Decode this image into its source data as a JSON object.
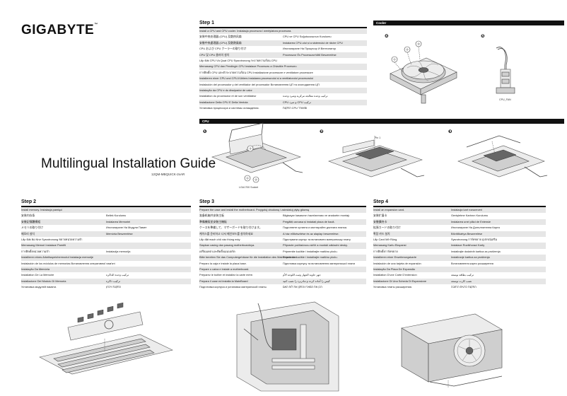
{
  "brand": "GIGABYTE",
  "brand_mark": "™",
  "title": "Multilingual Installation Guide",
  "model": "12QM-MBQUICK-2xAR",
  "step1": {
    "title": "Step 1",
    "rows_left": [
      "Install a CPU and CPU cooler.  Instalacja procesora i wentylatora procesora.",
      "安装中央处理器    (CPU) 及散热风扇",
      "安裝中央處理器    (CPU) 及散熱風扇",
      "CPU および CPU クーラーの取り付け",
      "CPU 및 CPU 쿨러의 설치",
      "Lắp Đặt CPU Và Quạt CPU Sysrotronong ระบายความร้อน CPU",
      "Memasang CPU dan Pendingin CPU Instalace Procesoru a Chladiče Procesoru",
      "การติดตั้ง CPU และตัวระบายความร้อน CPU Installazione processore e ventilatore processore",
      "Installeren einer CPU und CPU-Kühlers Instalarea procesorului si a ventilatorului procesorului",
      "Instalación del procesador y del ventilador del procesador Встановлення ЦП та охолодження ЦП",
      "Instalação da CPU e do dissipador de calor",
      "Installation du processeur et de son ventilateur",
      "Installazione Della CPU E Della Ventola",
      "Установка процессора и системы охлаждения."
    ],
    "rows_right": [
      "",
      "CPU ve CPU Soğutucusunun Kurulumu",
      "Instalarea CPU-ului și a sistemului de răcire CPU",
      "Инсталиране На Процесор И Вентилатор",
      "Processzor És Processzorhűtő Beszerelése",
      "",
      "",
      "",
      "",
      "",
      "",
      "تركيب وحدة معالجة مركزية ومبرد وحدة",
      "CPU و مبرد CPU تركيب",
      "התקנת CPU ומאוורר"
    ]
  },
  "cooler_tag": "Cooler",
  "cpu_tag": "CPU",
  "socket_label": "LGA1700 Socket",
  "pin1_label": "Pin 1",
  "cpu_fan_label": "CPU_FAN",
  "fig_numbers": {
    "n1": "❶",
    "n2": "❷",
    "n3": "❸",
    "n4": "❹",
    "n5": "❺"
  },
  "callouts": {
    "c1": "①",
    "c2": "②",
    "c3": "③"
  },
  "step2": {
    "title": "Step 2",
    "rows_left": [
      "Install memory.  Instalacja pamięci",
      "安装内存条",
      "安裝記憶體模組",
      "メモリの取り付け",
      "메모리 설치",
      "Lắp Đặt Bộ Nhớ Sysrotronong ขยายหน่วยความจำ",
      "Memasang Memori Instalace Paměti",
      "การติดตั้งหน่วยความจำ",
      "Installieren eines Arbeitsspeichermodul Instalacja memorije",
      "Instalación de los módulos de memorias Встановлення оперативної пам'яті",
      "Instalação Da Memória",
      "Installation De La Mémoire",
      "Installazione Del Modulo Di Memoria",
      "Установка модулей памяти."
    ],
    "rows_right": [
      "",
      "Bellek Kurulumu",
      "Instalarea Memoriei",
      "Инсталиране На Модули Памет",
      "Memória Beszerelése",
      "",
      "",
      "Instalacija memorija",
      "",
      "",
      "",
      "تركيب وحدة الذاكرة",
      "تركيب ذاكرة",
      "התקנת זיכרון"
    ]
  },
  "step3": {
    "title": "Step 3",
    "rows_left": [
      "Prepare the case and install the motherboard.  Przygotuj obudowę i zainstaluj płytę główną",
      "准备机箱并安装主板",
      "準備機殼並安裝主機板",
      "ケースを準備して、マザーボードを取り付けます。",
      "케이스를 준비하고 나서 메인보드를 설치하세요",
      "Lắp đặt mạch chủ vào thùng máy",
      "Siapkan casing dan pasang motherboardnya.",
      "เตรียมเคส และติดตั้งเมนบอร์ด",
      "Bitte bereiten Sie das Computergehäuse für die Installation des Mainboards vor.",
      "Preparo la caja e instale la placa base.",
      "Prepare o caixa e instale a motherboard.",
      "Préparez le boîtier et installez la carte mère.",
      "Prepara il case ed installa la MainBoard",
      "Подготовка корпуса и установка материнской платы."
    ],
    "rows_right": [
      "",
      "Bilgisayar kasasının hazırlanması ve anakartın montajı.",
      "Pregătiți carcasa și instalați placa de bază.",
      "Подгответе кутията и монтирайте дънната платка.",
      "A ház előkészítése és az alaplap beszerelése.",
      "Підготувати корпус та встановити материнську плату",
      "Připravte počítačovou skříň a montáž základní desky.",
      "Pripremite kućište i instalirajte matičnu ploču.",
      "Pripremite kućište i instalirajte matičnu ploču.",
      "Підготовка корпусу та встановлення материнської плати",
      "",
      "جهز حاوية الجهاز وثبت اللوحة الأم",
      "كيس را آماده كرده و مادربرد را نصب كنيد",
      "הכן את המארז והתקן את לוח האם"
    ]
  },
  "step4": {
    "title": "Step 4",
    "rows_left": [
      "Install an expansion card.",
      "安装扩展卡",
      "安裝擴充卡",
      "拡張カードの取り付け",
      "확장 카드 설치",
      "Lắp Card Mở Rộng",
      "Memasang Kartu Ekspansi",
      "การติดตั้งการ์ดขยาย",
      "Installieren einer Erweiterungskarte",
      "Instalación de una tarjeta de expansión",
      "Instalação Da Placa De Expansão",
      "Installation D'une Carte D'extension",
      "Installazione Di Una Scheda Di Espansione",
      "Установка платы расширения."
    ],
    "rows_right": [
      "Instalacja kart rozszerzeń",
      "Genişletme Kartının Kurulumu",
      "Instalarea unei plăci de Extensie",
      "Инсталиране На Допълнителна Карта",
      "Bővítőkártya Beszerelése",
      "Sysrotronong การ์ดขยาย อุปกรณ์เสริม",
      "Instalace Rozšiřovací Karty",
      "Instalirajte dodatnih kartica za proširenja",
      "Instaliranje kartica za proširenja",
      "Встановлення карти розширення",
      "",
      "تركيب بطاقة توسعة",
      "نصب كارت توسعه",
      "התקנת כרטיס הרחבה"
    ]
  }
}
